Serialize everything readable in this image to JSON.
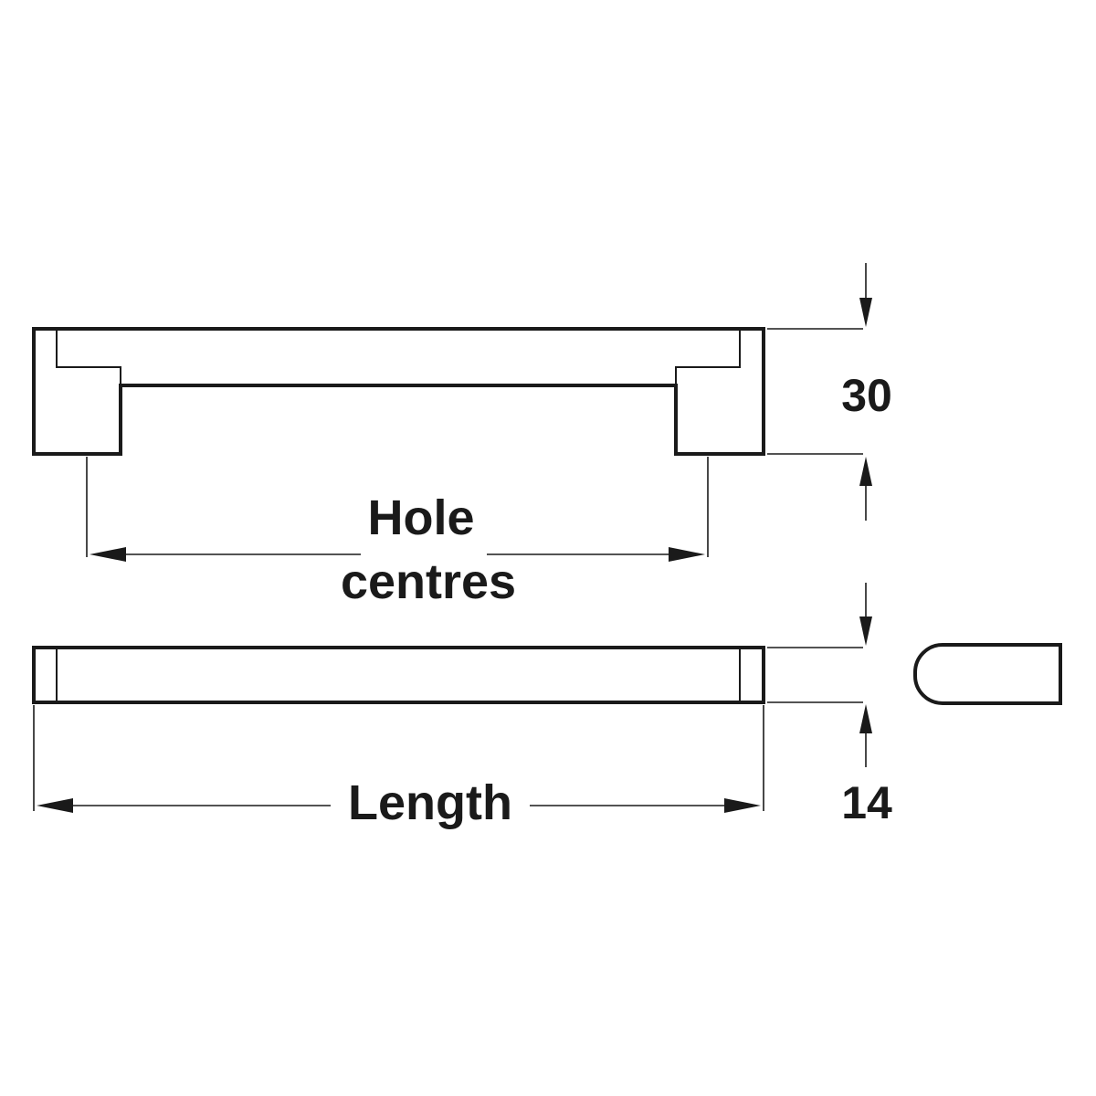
{
  "labels": {
    "hole_line1": "Hole",
    "hole_line2": "centres",
    "length": "Length",
    "height": "30",
    "depth": "14"
  }
}
